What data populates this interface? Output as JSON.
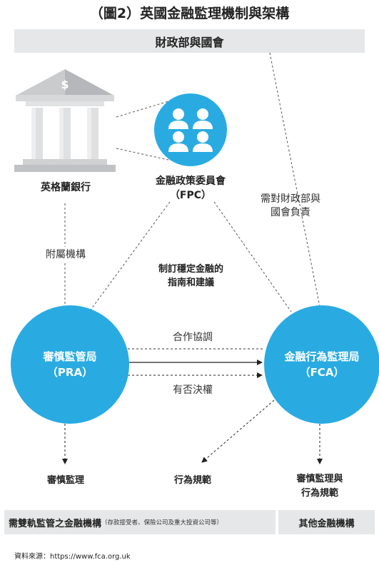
{
  "title": "（圖2）英國金融監理機制與架構",
  "treasury": "財政部與國會",
  "boe": "英格蘭銀行",
  "bank_sign": "$",
  "fpc": {
    "name": "金融政策委員會",
    "abbr": "（FPC）"
  },
  "pra": {
    "name": "審慎監管局",
    "abbr": "（PRA）"
  },
  "fca": {
    "name": "金融行為監理局",
    "abbr": "（FCA）"
  },
  "labels": {
    "affiliate": "附屬機構",
    "accountable_1": "需對財政部與",
    "accountable_2": "國會負責",
    "policy_1": "制訂穩定金融的",
    "policy_2": "指南和建議",
    "cooperate": "合作協調",
    "veto": "有否決權"
  },
  "outcomes": {
    "prudential": "審慎監理",
    "conduct": "行為規範",
    "both_1": "審慎監理與",
    "both_2": "行為規範"
  },
  "footer": {
    "dual_main": "需雙軌監管之金融機構",
    "dual_note": "（存款接受者、保險公司及重大投資公司等）",
    "other": "其他金融機構"
  },
  "source": "資料來源：https://www.fca.org.uk",
  "colors": {
    "circle": "#29abe2",
    "bar": "#e6e7e8",
    "building": "#c9cbcd"
  }
}
